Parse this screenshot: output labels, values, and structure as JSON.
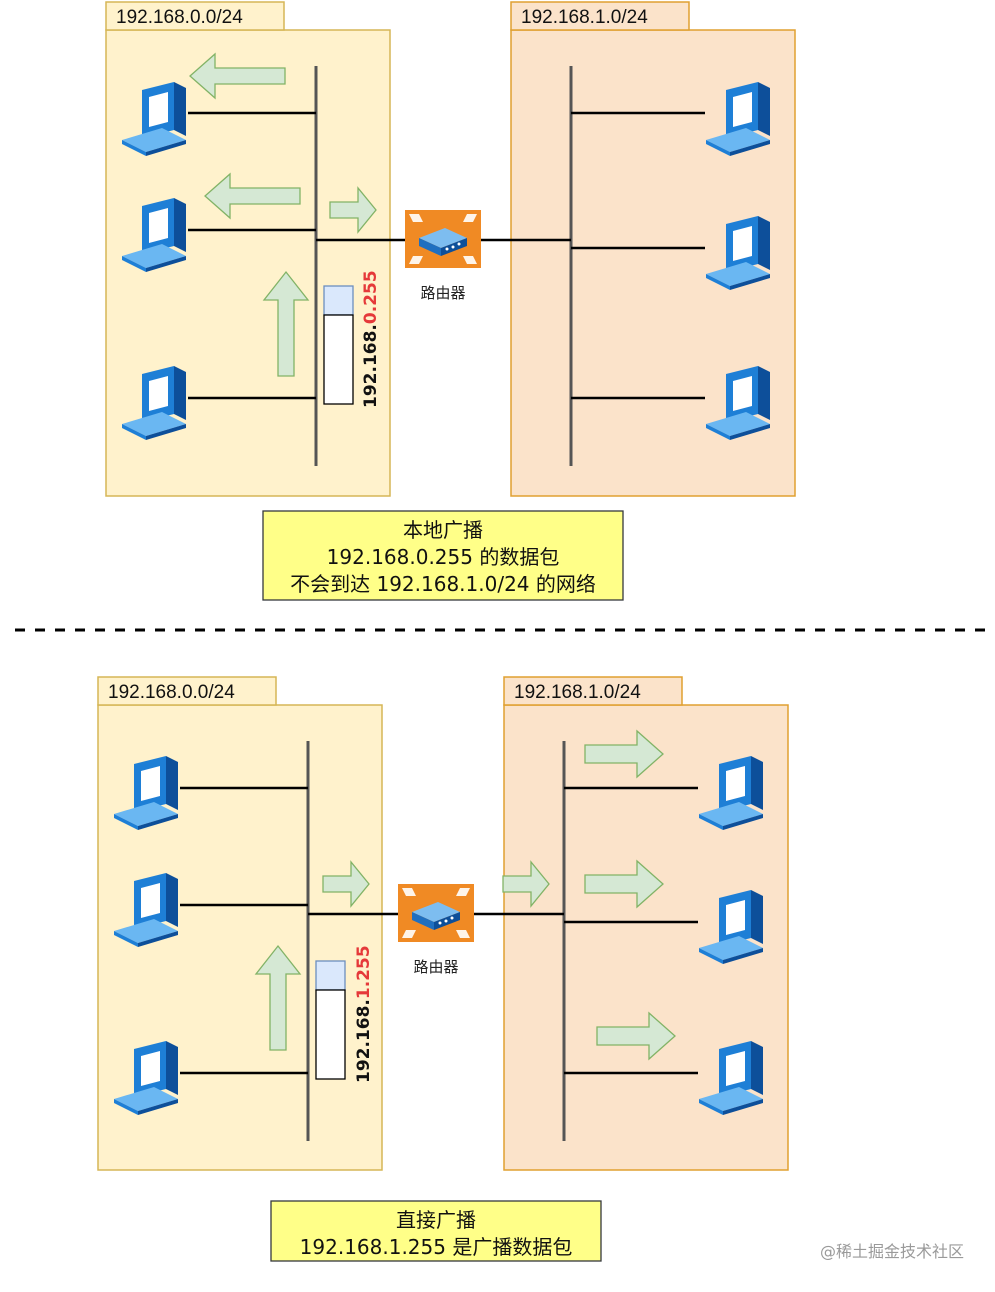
{
  "colors": {
    "left_subnet_fill": "#fff2cc",
    "left_subnet_border": "#d6b656",
    "right_subnet_fill": "#fbe3ca",
    "right_subnet_border": "#e0a030",
    "router_fill": "#f08a24",
    "arrow_fill": "#d5e8d4",
    "arrow_stroke": "#82b366",
    "caption_fill": "#ffff88",
    "highlight": "#e5393a",
    "laptop_blue": "#1e7fd6"
  },
  "top": {
    "left_subnet_label": "192.168.0.0/24",
    "right_subnet_label": "192.168.1.0/24",
    "router_label": "路由器",
    "packet": {
      "prefix": "192.168.",
      "highlight": "0.255"
    },
    "caption": [
      "本地广播",
      "192.168.0.255 的数据包",
      "不会到达 192.168.1.0/24 的网络"
    ]
  },
  "bottom": {
    "left_subnet_label": "192.168.0.0/24",
    "right_subnet_label": "192.168.1.0/24",
    "router_label": "路由器",
    "packet": {
      "prefix": "192.168.",
      "highlight": "1.255"
    },
    "caption": [
      "直接广播",
      "192.168.1.255 是广播数据包"
    ]
  },
  "watermark": "@稀土掘金技术社区",
  "icons": [
    "laptop-icon",
    "router-icon",
    "arrow-icon"
  ]
}
